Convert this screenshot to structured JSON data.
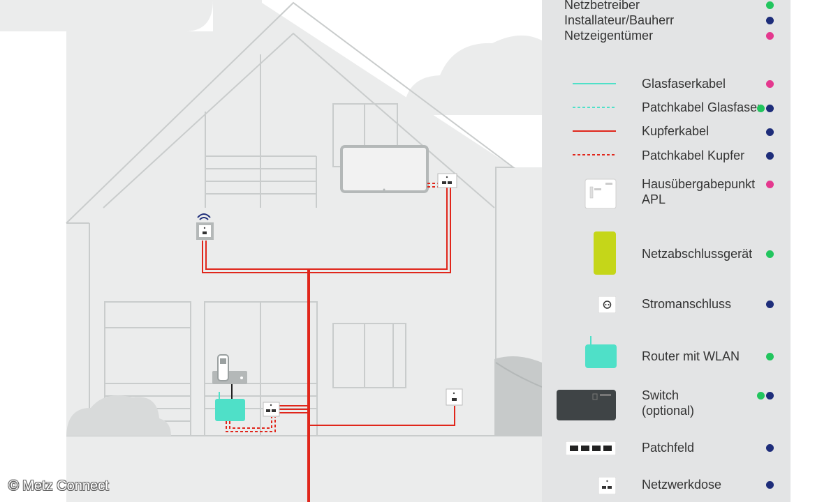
{
  "colors": {
    "netzbetreiber": "#22c55e",
    "installateur": "#1e2d7a",
    "netzeigentuemer": "#e4388e",
    "kupfer": "#e0261b",
    "glasfaser": "#4fe0c8",
    "house_fill": "#ebecec",
    "house_line": "#c9cccc",
    "legend_bg": "#e3e4e5",
    "ont": "#c5d619",
    "router": "#4fe0c8",
    "switch": "#3f4446"
  },
  "legend": {
    "roles": [
      {
        "label": "Netzbetreiber",
        "color": "netzbetreiber"
      },
      {
        "label": "Installateur/Bauherr",
        "color": "installateur"
      },
      {
        "label": "Netzeigentümer",
        "color": "netzeigentuemer"
      }
    ],
    "items": [
      {
        "label": "Glasfaserkabel",
        "icon": "fiber-cable-line",
        "dots": [
          "netzeigentuemer"
        ]
      },
      {
        "label": "Patchkabel Glasfaser",
        "icon": "fiber-patch-line",
        "dots": [
          "netzbetreiber",
          "installateur"
        ]
      },
      {
        "label": "Kupferkabel",
        "icon": "copper-cable-line",
        "dots": [
          "installateur"
        ]
      },
      {
        "label": "Patchkabel Kupfer",
        "icon": "copper-patch-line",
        "dots": [
          "installateur"
        ]
      },
      {
        "label": "Hausübergabepunkt APL",
        "icon": "apl-box-icon",
        "dots": [
          "netzeigentuemer"
        ]
      },
      {
        "label": "Netzabschlussgerät",
        "icon": "ont-device-icon",
        "dots": [
          "netzbetreiber"
        ]
      },
      {
        "label": "Stromanschluss",
        "icon": "power-socket-icon",
        "dots": [
          "installateur"
        ]
      },
      {
        "label": "Router mit WLAN",
        "icon": "wlan-router-icon",
        "dots": [
          "netzbetreiber"
        ]
      },
      {
        "label": "Switch (optional)",
        "icon": "switch-icon",
        "dots": [
          "netzbetreiber",
          "installateur"
        ]
      },
      {
        "label": "Patchfeld",
        "icon": "patch-panel-icon",
        "dots": [
          "installateur"
        ]
      },
      {
        "label": "Netzwerkdose",
        "icon": "network-socket-icon",
        "dots": [
          "installateur"
        ]
      }
    ]
  },
  "copyright": "© Metz Connect"
}
